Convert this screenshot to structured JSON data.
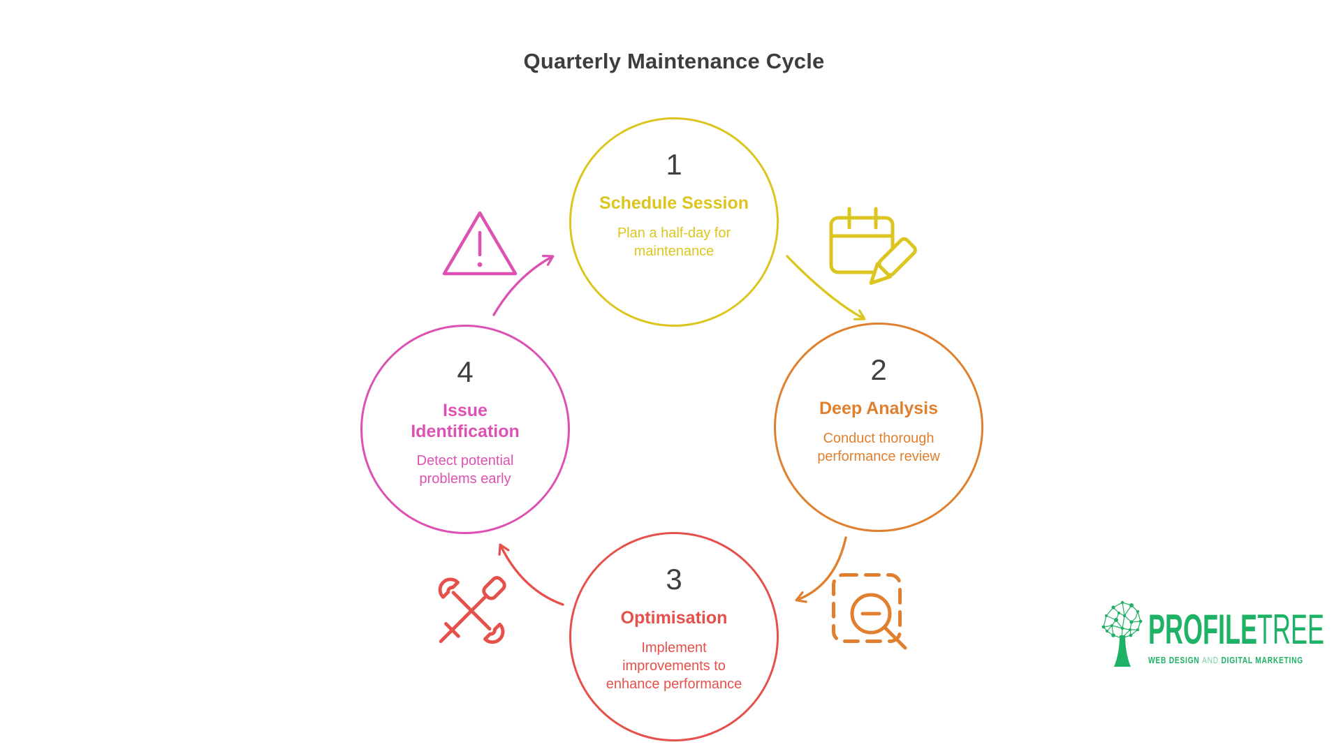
{
  "page_title": "Quarterly Maintenance Cycle",
  "colors": {
    "background": "#FFFFFF",
    "title_text": "#3D3D3D",
    "step_number": "#3F3F3F",
    "step1_yellow": "#DCC51F",
    "step2_orange": "#E0802F",
    "step3_red": "#E5504B",
    "step4_pink": "#DC51B2",
    "logo_green": "#1EB266",
    "logo_green_light": "#7ACCA4"
  },
  "steps": [
    {
      "number": "1",
      "title": "Schedule Session",
      "description": "Plan a half-day for maintenance",
      "color": "#DCC51F",
      "icon": "calendar-edit-icon"
    },
    {
      "number": "2",
      "title": "Deep Analysis",
      "description": "Conduct thorough performance review",
      "color": "#E0802F",
      "icon": "zoom-out-frame-icon"
    },
    {
      "number": "3",
      "title": "Optimisation",
      "description": "Implement improvements to enhance performance",
      "color": "#E5504B",
      "icon": "crossed-tools-icon"
    },
    {
      "number": "4",
      "title": "Issue Identification",
      "description": "Detect potential problems early",
      "color": "#DC51B2",
      "icon": "warning-triangle-icon"
    }
  ],
  "arrows": [
    {
      "from": "1",
      "to": "2",
      "color": "#DCC51F"
    },
    {
      "from": "2",
      "to": "3",
      "color": "#E0802F"
    },
    {
      "from": "3",
      "to": "4",
      "color": "#E5504B"
    },
    {
      "from": "4",
      "to": "1",
      "color": "#DC51B2"
    }
  ],
  "logo": {
    "brand_bold": "PROFILE",
    "brand_light": "TREE",
    "tagline_web_design": "WEB DESIGN",
    "tagline_and": "AND",
    "tagline_digital": "DIGITAL MARKETING"
  }
}
